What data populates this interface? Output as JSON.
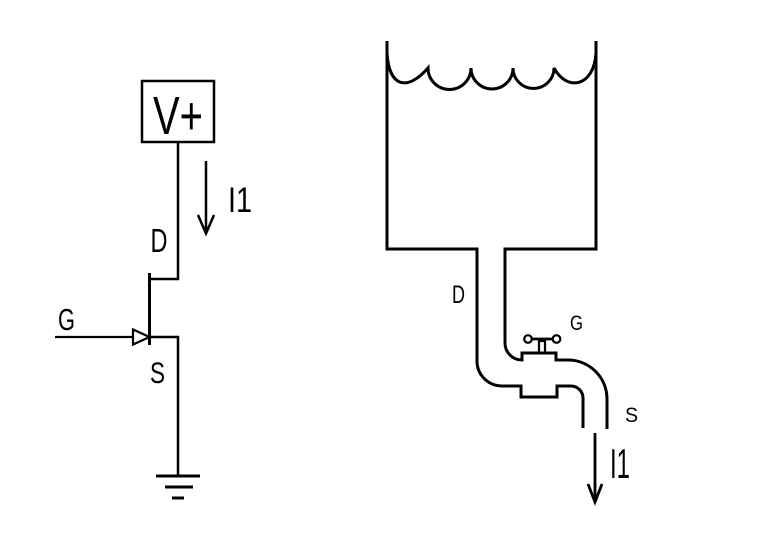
{
  "figure": {
    "background": "#ffffff",
    "line_color": "#000000",
    "left_circuit": {
      "supply_label": "V+",
      "current_label": "I1",
      "terminals": {
        "drain": "D",
        "gate": "G",
        "source": "S"
      }
    },
    "right_analogy": {
      "current_label": "I1",
      "labels": {
        "drain": "D",
        "gate": "G",
        "source": "S"
      }
    }
  }
}
